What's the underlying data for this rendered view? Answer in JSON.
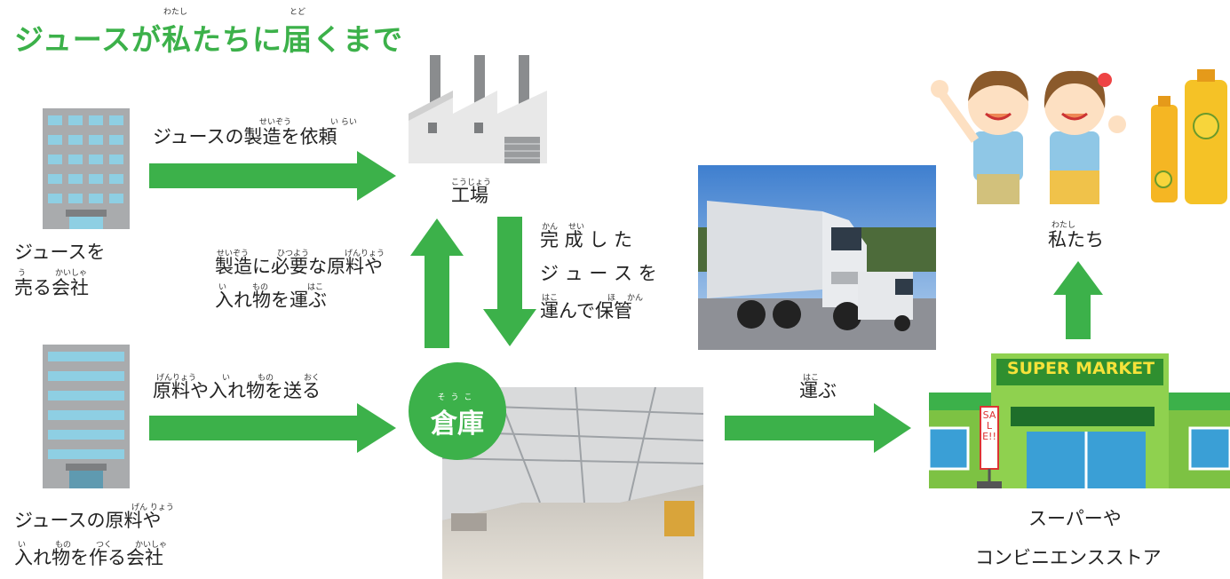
{
  "title": {
    "text": "ジュースが私たちに届くまで",
    "ruby_watashi": "わたし",
    "ruby_todo": "とど"
  },
  "nodes": {
    "juice_company": {
      "line1": "ジュースを",
      "line2": "売る会社",
      "ruby_u": "う",
      "ruby_kaisha": "かいしゃ"
    },
    "material_company": {
      "line1": "ジュースの原料や",
      "line2": "入れ物を作る会社",
      "ruby_genryou": "げん りょう",
      "ruby_i": "い",
      "ruby_mono": "もの",
      "ruby_tsuku": "つく",
      "ruby_kaisha": "かいしゃ"
    },
    "factory": {
      "label": "工場",
      "ruby": "こうじょう"
    },
    "warehouse": {
      "label": "倉庫",
      "ruby": "そうこ"
    },
    "store": {
      "line1": "スーパーや",
      "line2": "コンビニエンスストア",
      "sign": "SUPER MARKET",
      "sale": "SALE!!"
    },
    "us": {
      "label": "私たち",
      "ruby": "わたし"
    }
  },
  "edges": {
    "request": {
      "label": "ジュースの製造を依頼",
      "ruby_seizou": "せいぞう",
      "ruby_irai": "い らい"
    },
    "send_materials": {
      "label": "原料や入れ物を送る",
      "ruby_genryou": "げんりょう",
      "ruby_i": "い",
      "ruby_mono": "もの",
      "ruby_oku": "おく"
    },
    "carry_to_factory": {
      "line1": "製造に必要な原料や",
      "line2": "入れ物を運ぶ",
      "ruby_seizou": "せいぞう",
      "ruby_hitsuyou": "ひつよう",
      "ruby_genryou": "げんりょう",
      "ruby_i": "い",
      "ruby_mono": "もの",
      "ruby_hako": "はこ"
    },
    "store_finished": {
      "line1": "完 成 し た",
      "line2": "ジ ュ ー ス を",
      "line3": "運んで保管",
      "ruby_kan": "かん",
      "ruby_sei": "せい",
      "ruby_hako": "はこ",
      "ruby_ho": "ほ",
      "ruby_kan2": "かん"
    },
    "carry_to_store": {
      "label": "運ぶ",
      "ruby": "はこ"
    }
  },
  "colors": {
    "green": "#3cb14a",
    "building": "#a9abad",
    "window": "#8ecfe3"
  }
}
